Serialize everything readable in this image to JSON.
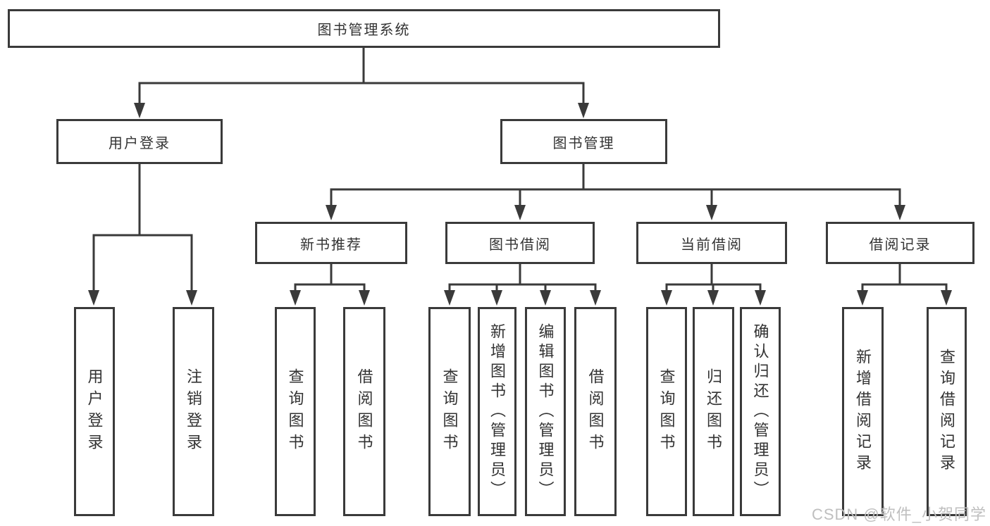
{
  "tree": {
    "root": {
      "label": "图书管理系统"
    },
    "children": [
      {
        "label": "用户登录",
        "children": [
          {
            "label": "用户登录"
          },
          {
            "label": "注销登录"
          }
        ]
      },
      {
        "label": "图书管理",
        "children": [
          {
            "label": "新书推荐",
            "children": [
              {
                "label": "查询图书"
              },
              {
                "label": "借阅图书"
              }
            ]
          },
          {
            "label": "图书借阅",
            "children": [
              {
                "label": "查询图书"
              },
              {
                "label": "新增图书（管理员）"
              },
              {
                "label": "编辑图书（管理员）"
              },
              {
                "label": "借阅图书"
              }
            ]
          },
          {
            "label": "当前借阅",
            "children": [
              {
                "label": "查询图书"
              },
              {
                "label": "归还图书"
              },
              {
                "label": "确认归还（管理员）"
              }
            ]
          },
          {
            "label": "借阅记录",
            "children": [
              {
                "label": "新增借阅记录"
              },
              {
                "label": "查询借阅记录"
              }
            ]
          }
        ]
      }
    ]
  },
  "watermark": {
    "text": "CSDN @软件_小贺同学"
  },
  "colors": {
    "line": "#3a3a3a",
    "box_background": "#ffffff",
    "text": "#333333",
    "watermark": "#bfbfbf"
  }
}
